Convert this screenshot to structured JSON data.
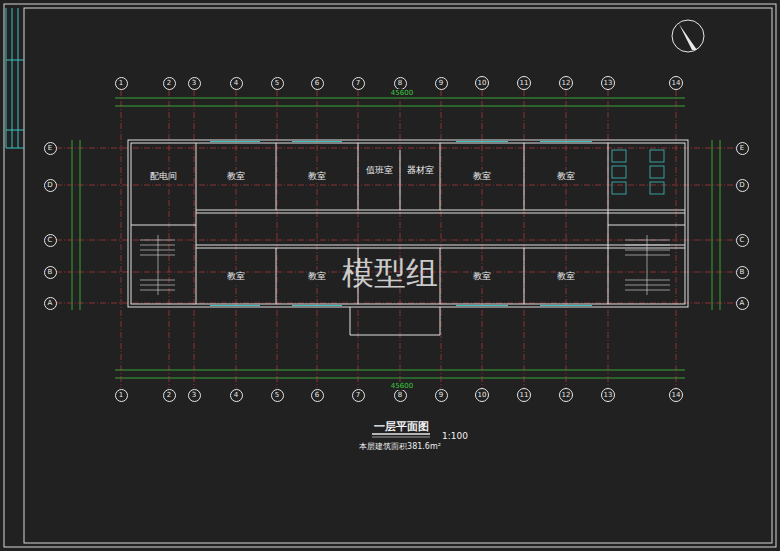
{
  "diagram": {
    "title": "一层平面图",
    "caption": "本层建筑面积381.6m²",
    "nodes": [
      {
        "text": [
          "配电间"
        ]
      },
      {
        "text": [
          "教室"
        ]
      },
      {
        "text": [
          "教室"
        ]
      },
      {
        "text": [
          "值班室"
        ]
      },
      {
        "text": [
          "器材室"
        ]
      },
      {
        "text": [
          "教室"
        ]
      },
      {
        "text": [
          "教室"
        ]
      },
      {
        "text": [
          "教室"
        ]
      },
      {
        "text": [
          "教室"
        ]
      },
      {
        "text": [
          "教室"
        ]
      },
      {
        "text": [
          "教室"
        ]
      },
      {
        "text": [
          "1"
        ]
      },
      {
        "text": [
          "2"
        ]
      },
      {
        "text": [
          "3"
        ]
      },
      {
        "text": [
          "4"
        ]
      },
      {
        "text": [
          "5"
        ]
      },
      {
        "text": [
          "6"
        ]
      },
      {
        "text": [
          "7"
        ]
      },
      {
        "text": [
          "8"
        ]
      },
      {
        "text": [
          "9"
        ]
      },
      {
        "text": [
          "10"
        ]
      },
      {
        "text": [
          "11"
        ]
      },
      {
        "text": [
          "12"
        ]
      },
      {
        "text": [
          "13"
        ]
      },
      {
        "text": [
          "14"
        ]
      },
      {
        "text": [
          "1"
        ]
      },
      {
        "text": [
          "2"
        ]
      },
      {
        "text": [
          "3"
        ]
      },
      {
        "text": [
          "4"
        ]
      },
      {
        "text": [
          "5"
        ]
      },
      {
        "text": [
          "6"
        ]
      },
      {
        "text": [
          "7"
        ]
      },
      {
        "text": [
          "8"
        ]
      },
      {
        "text": [
          "9"
        ]
      },
      {
        "text": [
          "10"
        ]
      },
      {
        "text": [
          "11"
        ]
      },
      {
        "text": [
          "12"
        ]
      },
      {
        "text": [
          "13"
        ]
      },
      {
        "text": [
          "14"
        ]
      },
      {
        "text": [
          "E"
        ]
      },
      {
        "text": [
          "D"
        ]
      },
      {
        "text": [
          "C"
        ]
      },
      {
        "text": [
          "B"
        ]
      },
      {
        "text": [
          "A"
        ]
      },
      {
        "text": [
          "E"
        ]
      },
      {
        "text": [
          "D"
        ]
      },
      {
        "text": [
          "C"
        ]
      },
      {
        "text": [
          "B"
        ]
      },
      {
        "text": [
          "A"
        ]
      }
    ],
    "labels": [
      "45600",
      "45600",
      "1:100",
      "模型组"
    ]
  }
}
